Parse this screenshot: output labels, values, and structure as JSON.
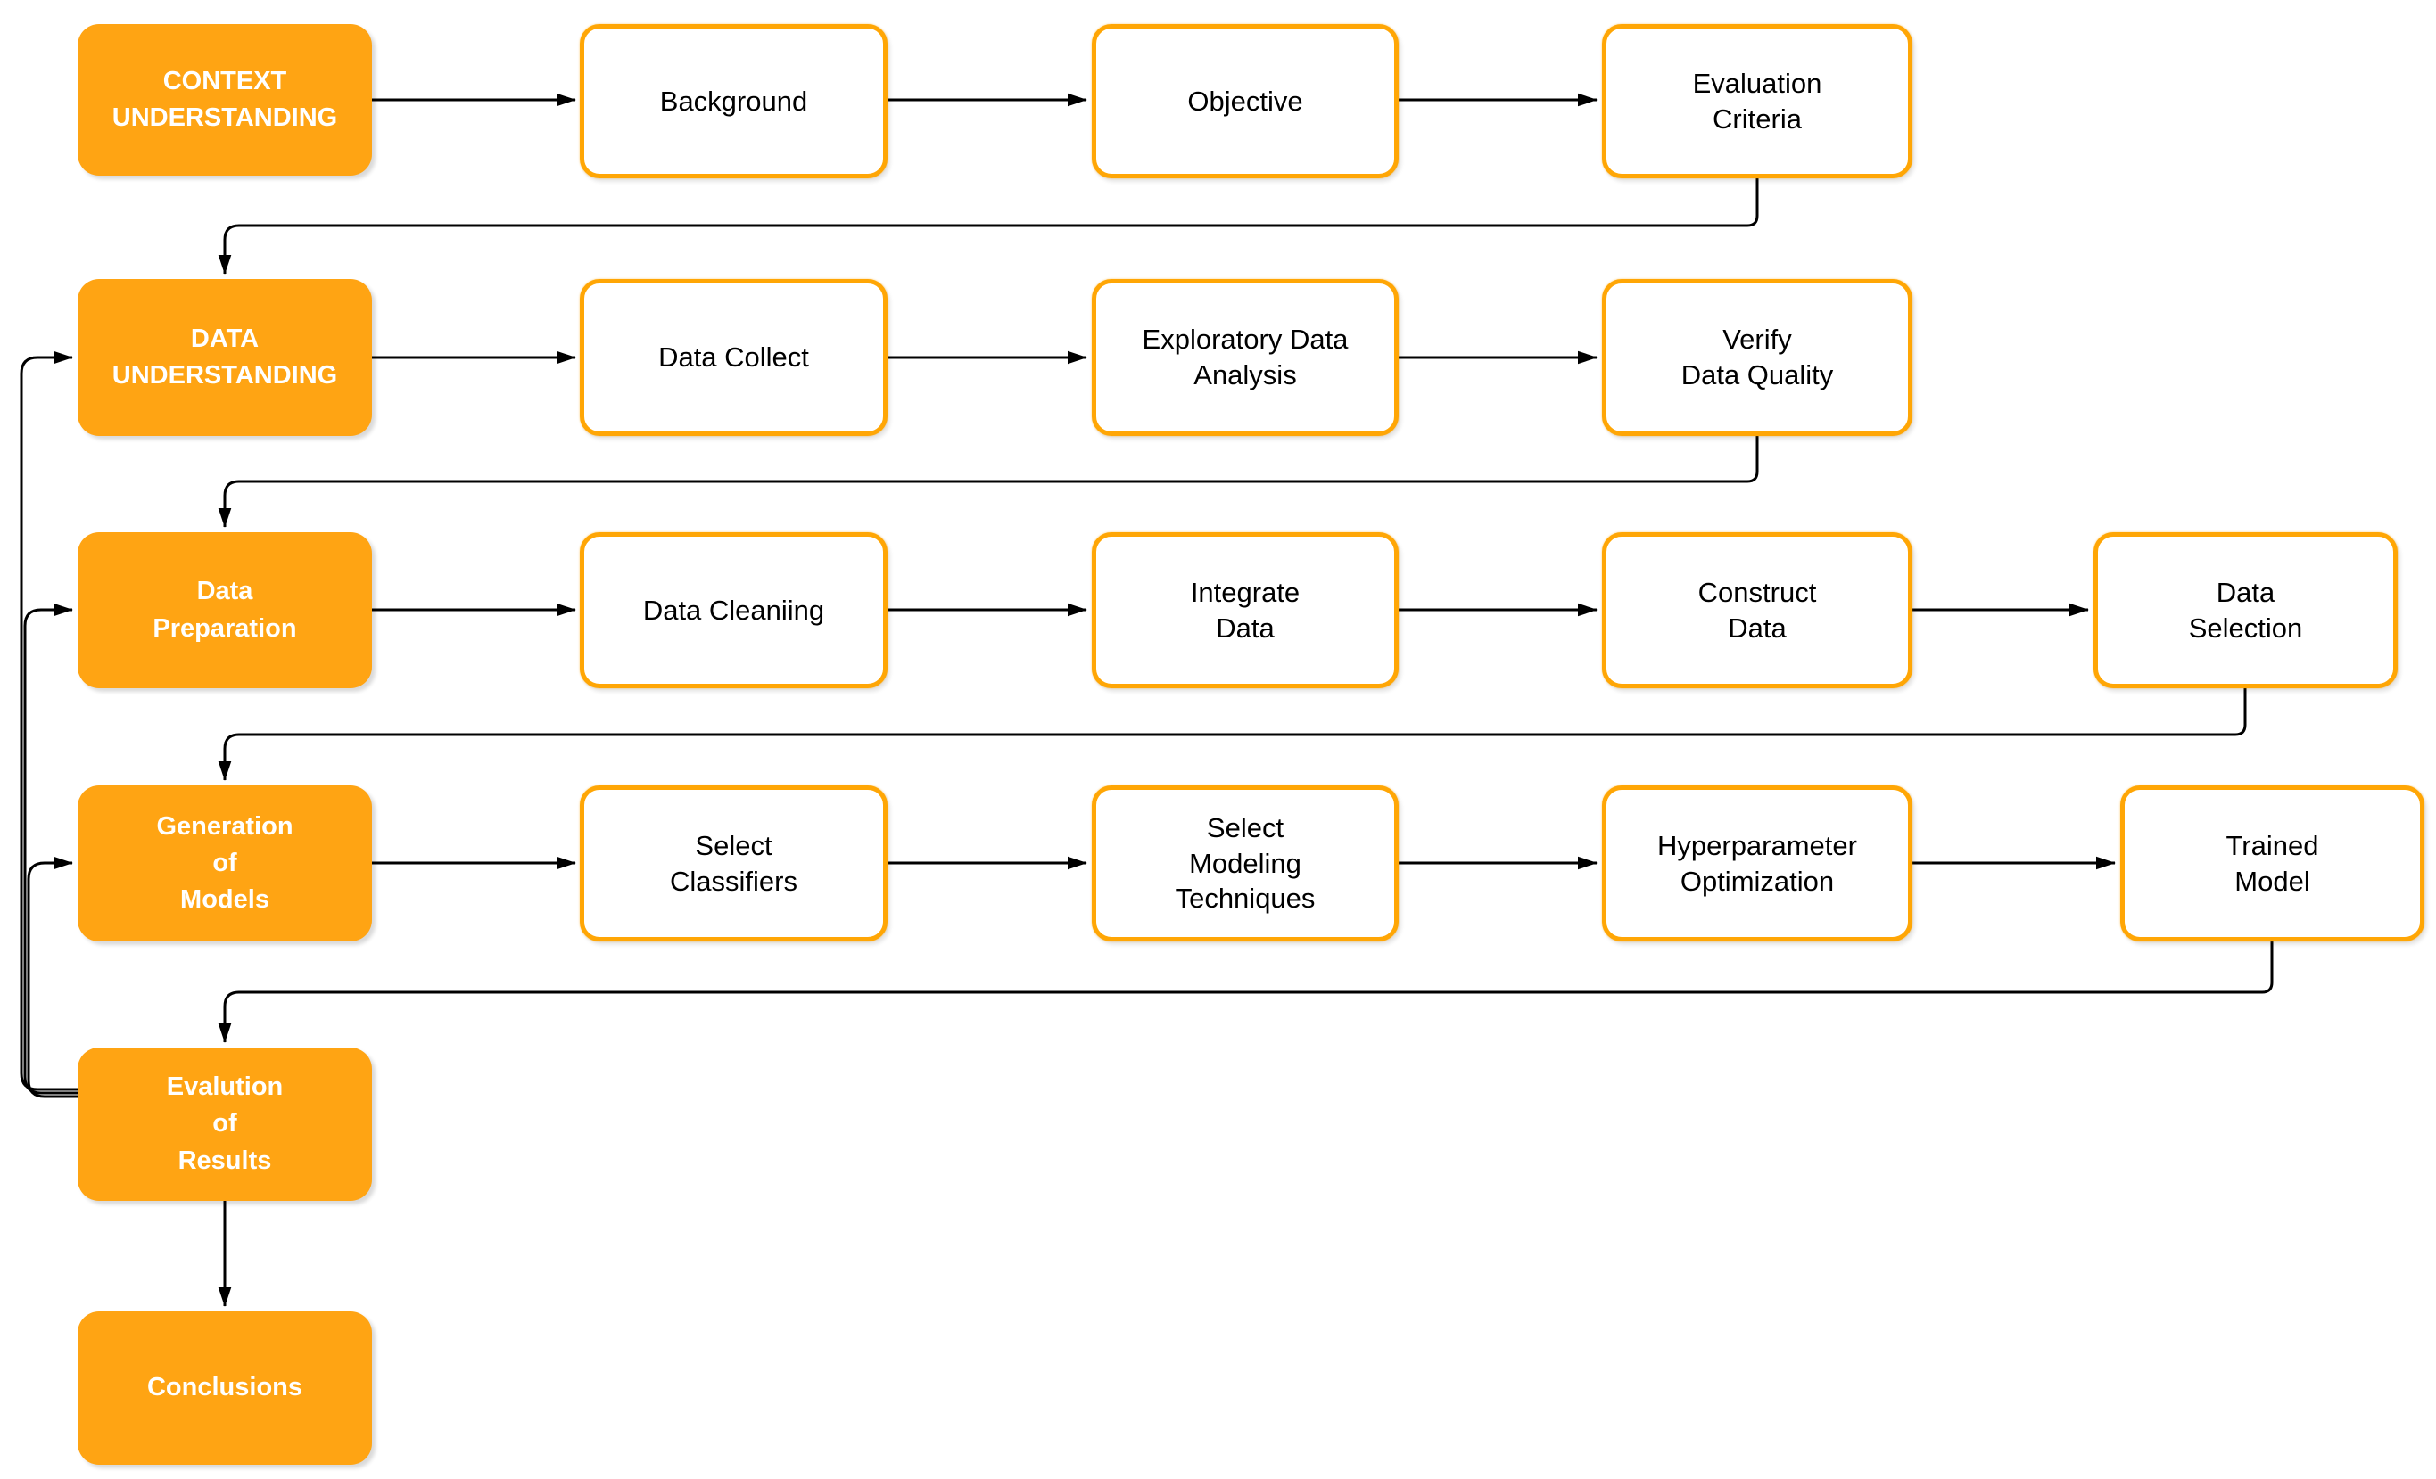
{
  "colors": {
    "canvas-bg": "#FFFFFF",
    "stage-fill": "#FFA413",
    "stage-text": "#FFFFFF",
    "step-fill": "#FFFFFF",
    "step-border": "#FFA605",
    "step-text": "#000000",
    "connector": "#000000"
  },
  "nodes": [
    {
      "id": "context-understanding",
      "type": "stage",
      "label": "CONTEXT\nUNDERSTANDING"
    },
    {
      "id": "background",
      "type": "step",
      "label": "Background"
    },
    {
      "id": "objective",
      "type": "step",
      "label": "Objective"
    },
    {
      "id": "evaluation-criteria",
      "type": "step",
      "label": "Evaluation\nCriteria"
    },
    {
      "id": "data-understanding",
      "type": "stage",
      "label": "DATA\nUNDERSTANDING"
    },
    {
      "id": "data-collect",
      "type": "step",
      "label": "Data Collect"
    },
    {
      "id": "exploratory-data-analysis",
      "type": "step",
      "label": "Exploratory Data\nAnalysis"
    },
    {
      "id": "verify-data-quality",
      "type": "step",
      "label": "Verify\nData Quality"
    },
    {
      "id": "data-preparation",
      "type": "stage",
      "label": "Data\nPreparation"
    },
    {
      "id": "data-cleaniing",
      "type": "step",
      "label": "Data Cleaniing"
    },
    {
      "id": "integrate-data",
      "type": "step",
      "label": "Integrate\nData"
    },
    {
      "id": "construct-data",
      "type": "step",
      "label": "Construct\nData"
    },
    {
      "id": "data-selection",
      "type": "step",
      "label": "Data\nSelection"
    },
    {
      "id": "generation-of-models",
      "type": "stage",
      "label": "Generation\nof\nModels"
    },
    {
      "id": "select-classifiers",
      "type": "step",
      "label": "Select\nClassifiers"
    },
    {
      "id": "select-modeling-techniques",
      "type": "step",
      "label": "Select\nModeling\nTechniques"
    },
    {
      "id": "hyperparameter-optimization",
      "type": "step",
      "label": "Hyperparameter\nOptimization"
    },
    {
      "id": "trained-model",
      "type": "step",
      "label": "Trained\nModel"
    },
    {
      "id": "evalution-of-results",
      "type": "stage",
      "label": "Evalution\nof\nResults"
    },
    {
      "id": "conclusions",
      "type": "stage",
      "label": "Conclusions"
    }
  ]
}
